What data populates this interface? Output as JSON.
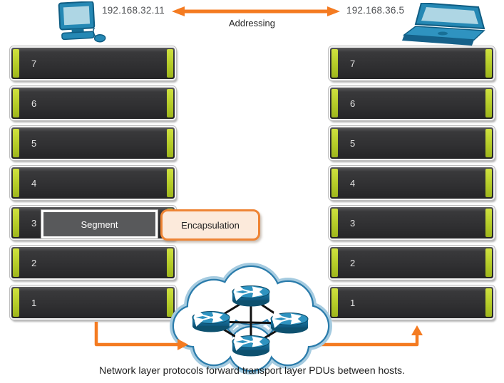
{
  "header": {
    "left_ip": "192.168.32.11",
    "right_ip": "192.168.36.5",
    "arrow_label": "Addressing"
  },
  "stacks": {
    "left": {
      "layers": [
        "7",
        "6",
        "5",
        "4",
        "3",
        "2",
        "1"
      ]
    },
    "right": {
      "layers": [
        "7",
        "6",
        "5",
        "4",
        "3",
        "2",
        "1"
      ]
    }
  },
  "layer3": {
    "segment_label": "Segment",
    "encapsulation_label": "Encapsulation"
  },
  "caption": "Network layer protocols forward transport layer PDUs between hosts.",
  "icons": {
    "left_host": "desktop-computer-icon",
    "right_host": "laptop-icon",
    "cloud": "network-cloud",
    "routers": "router-icon x4 full-mesh"
  },
  "colors": {
    "accent_orange": "#F47B21",
    "lime_stripe": "#B5CC28",
    "layer_dark": "#2F2F31",
    "segment_gray": "#58595B",
    "callout_fill": "#FCEADB",
    "callout_border": "#EE8434",
    "cloud_dark_blue": "#2B7CAB",
    "cloud_light_blue": "#A5CBE0",
    "router_blue": "#1D7FAE",
    "link_black": "#111111"
  }
}
